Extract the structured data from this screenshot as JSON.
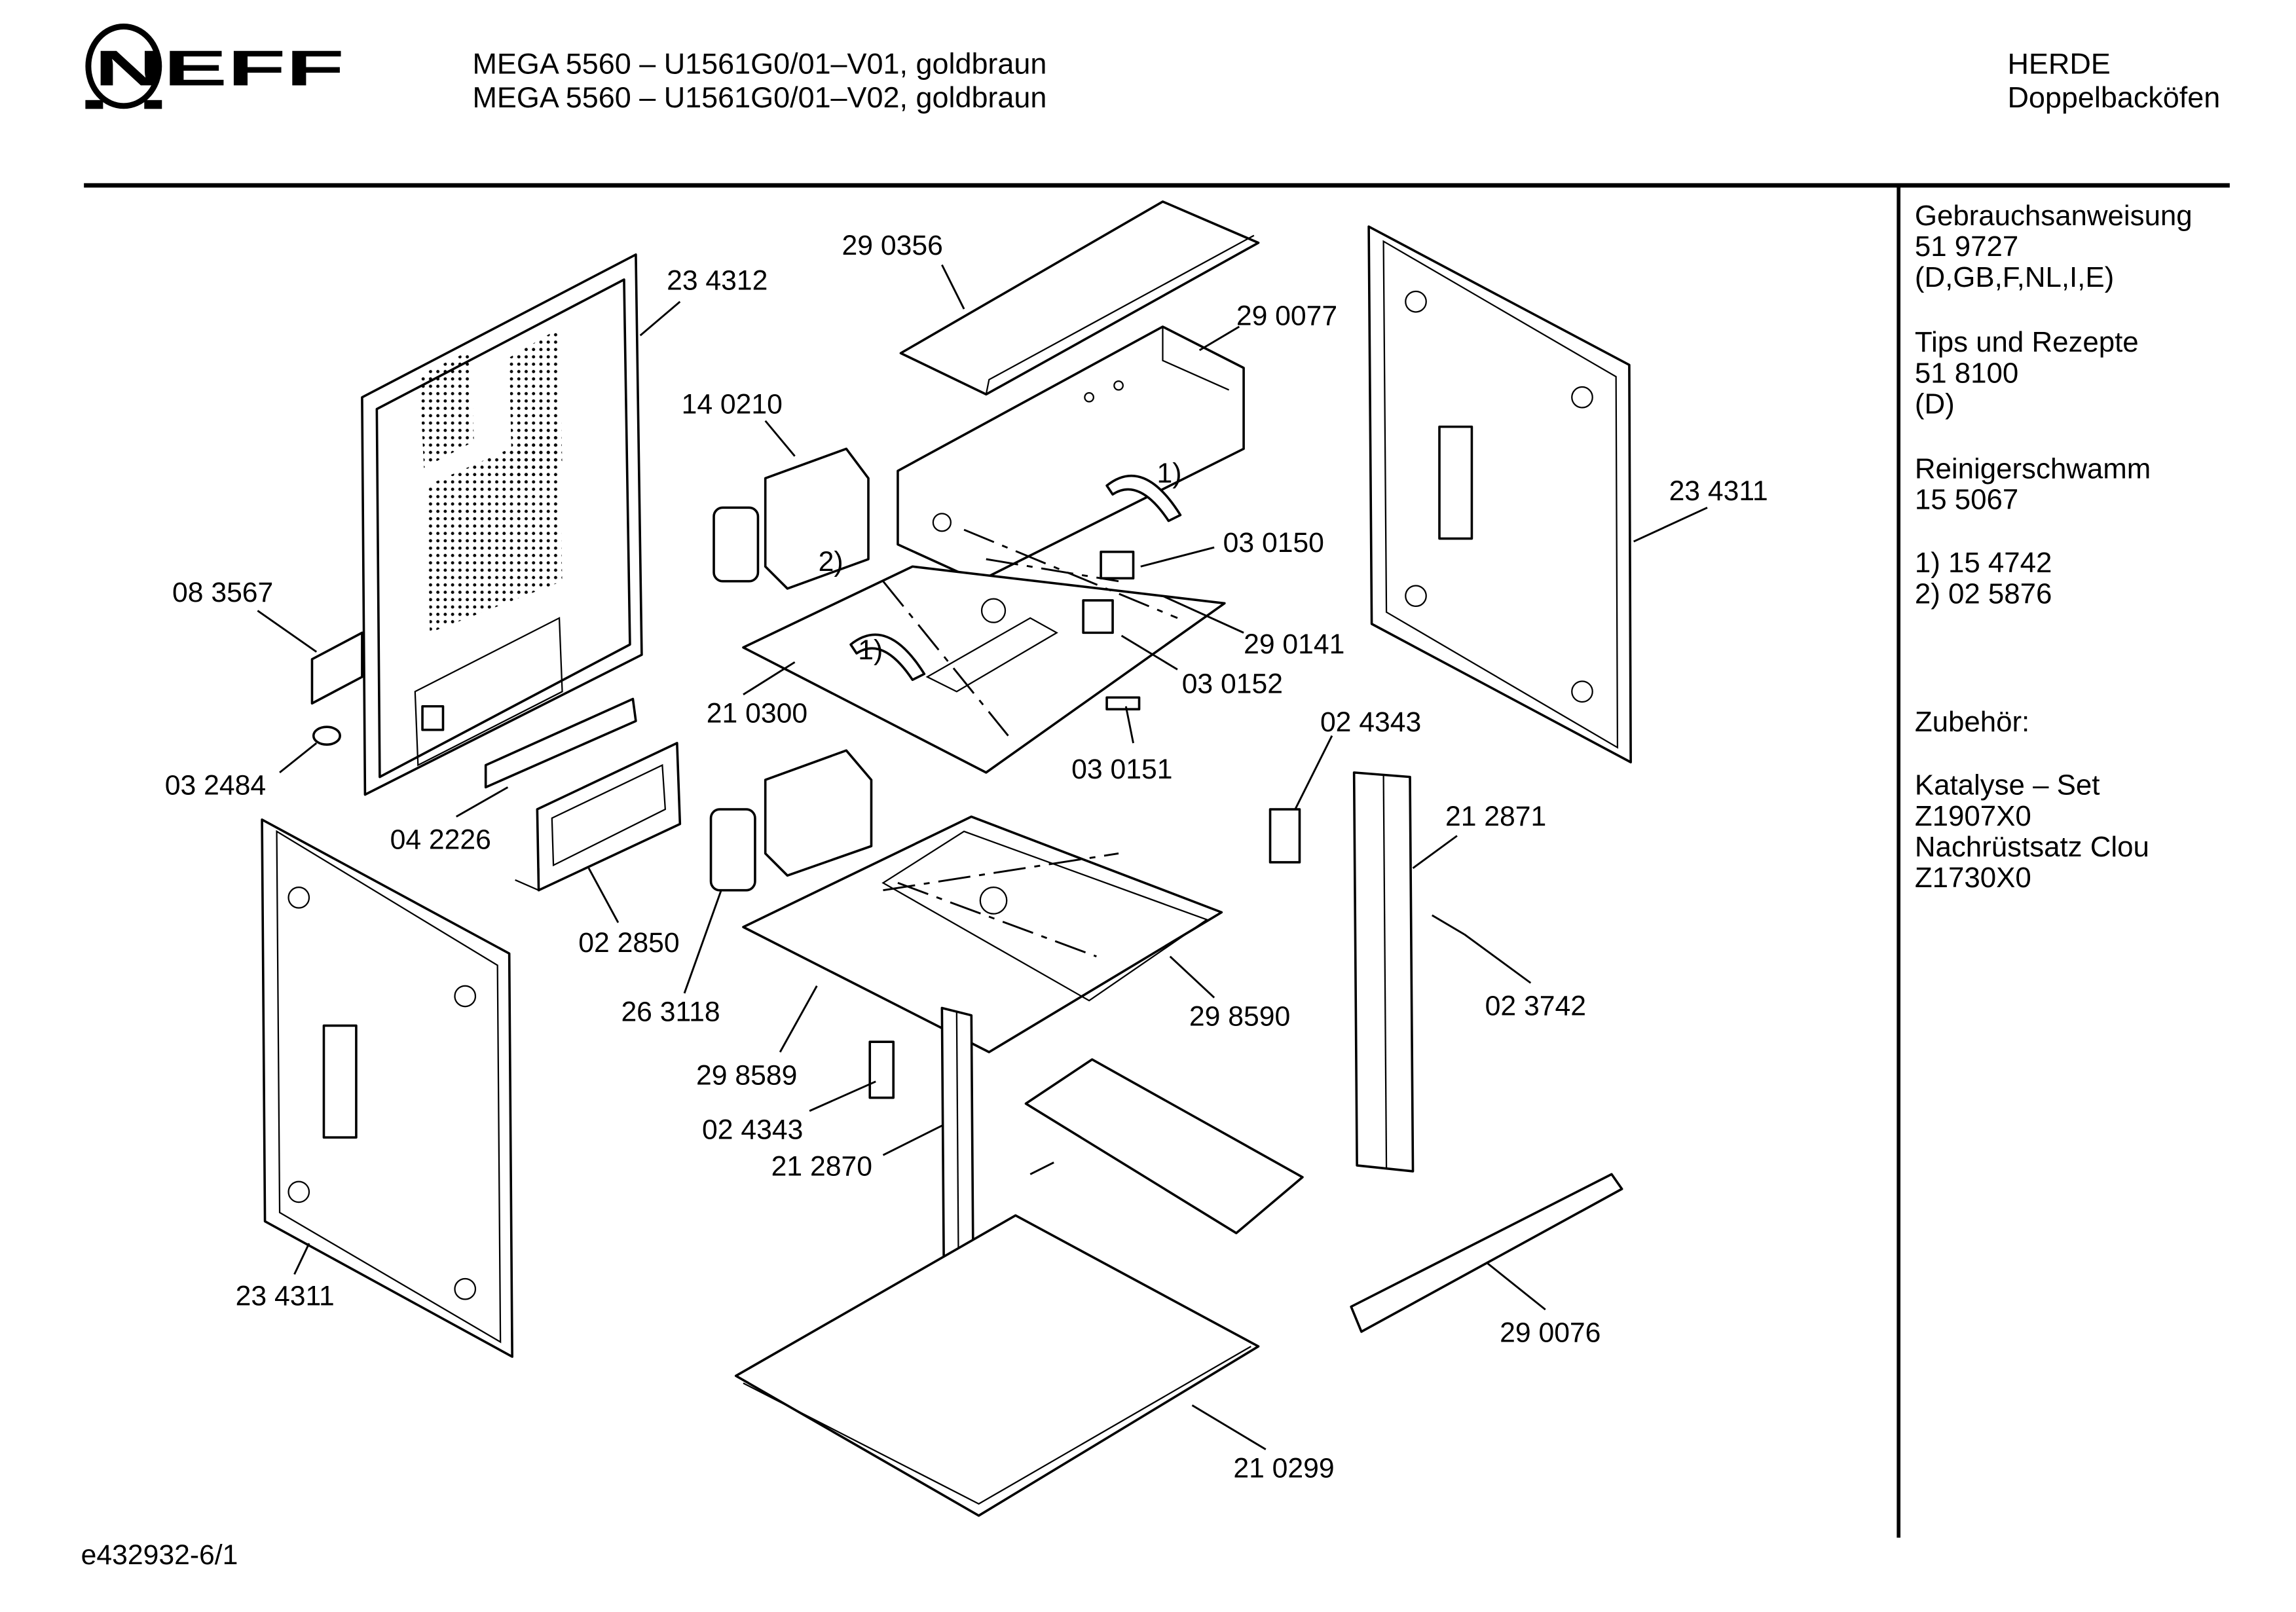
{
  "header": {
    "brand": "NEFF",
    "model_lines": [
      "MEGA 5560 – U1561G0/01–V01, goldbraun",
      "MEGA 5560 – U1561G0/01–V02, goldbraun"
    ],
    "category": "HERDE",
    "subcategory": "Doppelbacköfen"
  },
  "sidebar": {
    "lines": [
      "Gebrauchsanweisung",
      "51 9727",
      "(D,GB,F,NL,I,E)",
      "Tips und Rezepte",
      "51 8100",
      "(D)",
      "Reinigerschwamm",
      "15 5067",
      "1) 15 4742",
      "2) 02 5876",
      "Zubehör:",
      "Katalyse – Set",
      "Z1907X0",
      "Nachrüstsatz Clou",
      "Z1730X0"
    ]
  },
  "parts": [
    "23 4312",
    "29 0356",
    "29 0077",
    "14 0210",
    "23 4311",
    "08 3567",
    "03 0150",
    "29 0141",
    "03 0152",
    "21 0300",
    "03 0151",
    "02 4343",
    "03 2484",
    "21 2871",
    "04 2226",
    "02 2850",
    "26 3118",
    "02 3742",
    "29 8590",
    "29 8589",
    "02 4343",
    "21 2870",
    "23 4311",
    "29 0076",
    "21 0299"
  ],
  "footnote_marks": [
    "1)",
    "2)",
    "1)"
  ],
  "footer": {
    "drawing_id": "e432932-6/1"
  }
}
